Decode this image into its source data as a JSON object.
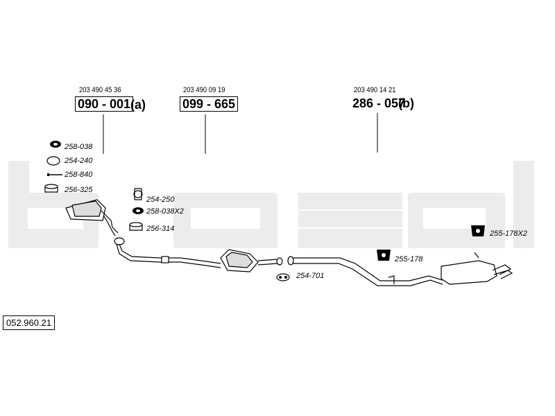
{
  "brand_watermark": "bosal",
  "catalog_number": "052.960.21",
  "colors": {
    "line": "#000000",
    "watermark": "#ececec",
    "background": "#ffffff"
  },
  "assemblies": [
    {
      "oe": "203 490 45 36",
      "ref": "090 - 001",
      "suffix": "(a)"
    },
    {
      "oe": "203 490 09 19",
      "ref": "099 - 665",
      "suffix": ""
    },
    {
      "oe": "203 490 14 21",
      "ref": "286 - 057",
      "suffix": "(b)"
    }
  ],
  "parts": [
    {
      "label": "258-038",
      "icon": "gasket-icon"
    },
    {
      "label": "254-240",
      "icon": "clamp-ring-icon"
    },
    {
      "label": "258-840",
      "icon": "bolt-icon"
    },
    {
      "label": "256-325",
      "icon": "seal-ring-icon"
    },
    {
      "label": "254-250",
      "icon": "clamp-icon"
    },
    {
      "label": "258-038X2",
      "icon": "gasket-icon"
    },
    {
      "label": "256-314",
      "icon": "seal-ring-icon"
    },
    {
      "label": "254-701",
      "icon": "clamp-icon"
    },
    {
      "label": "255-178",
      "icon": "rubber-mount-icon"
    },
    {
      "label": "255-178X2",
      "icon": "rubber-mount-icon"
    }
  ]
}
